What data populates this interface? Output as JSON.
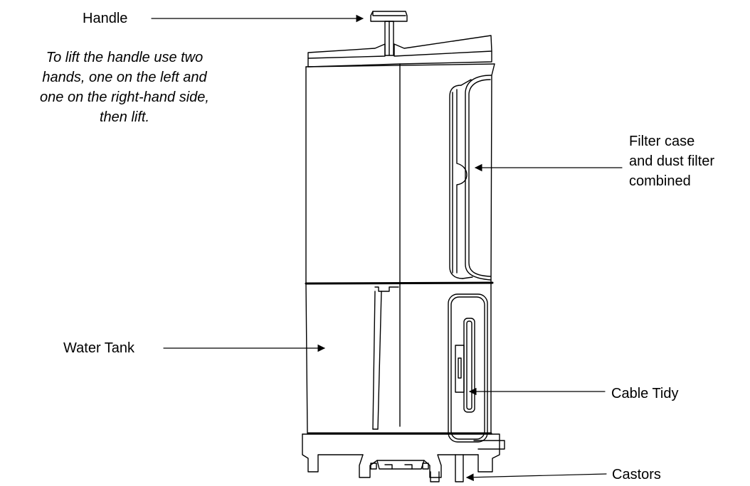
{
  "labels": {
    "handle": "Handle",
    "filter": [
      "Filter case",
      "and dust filter",
      "combined"
    ],
    "water_tank": "Water Tank",
    "cable_tidy": "Cable Tidy",
    "castors": "Castors"
  },
  "note": [
    "To lift the handle use two",
    "hands, one on the left and",
    "one on the right-hand side,",
    "then lift."
  ]
}
